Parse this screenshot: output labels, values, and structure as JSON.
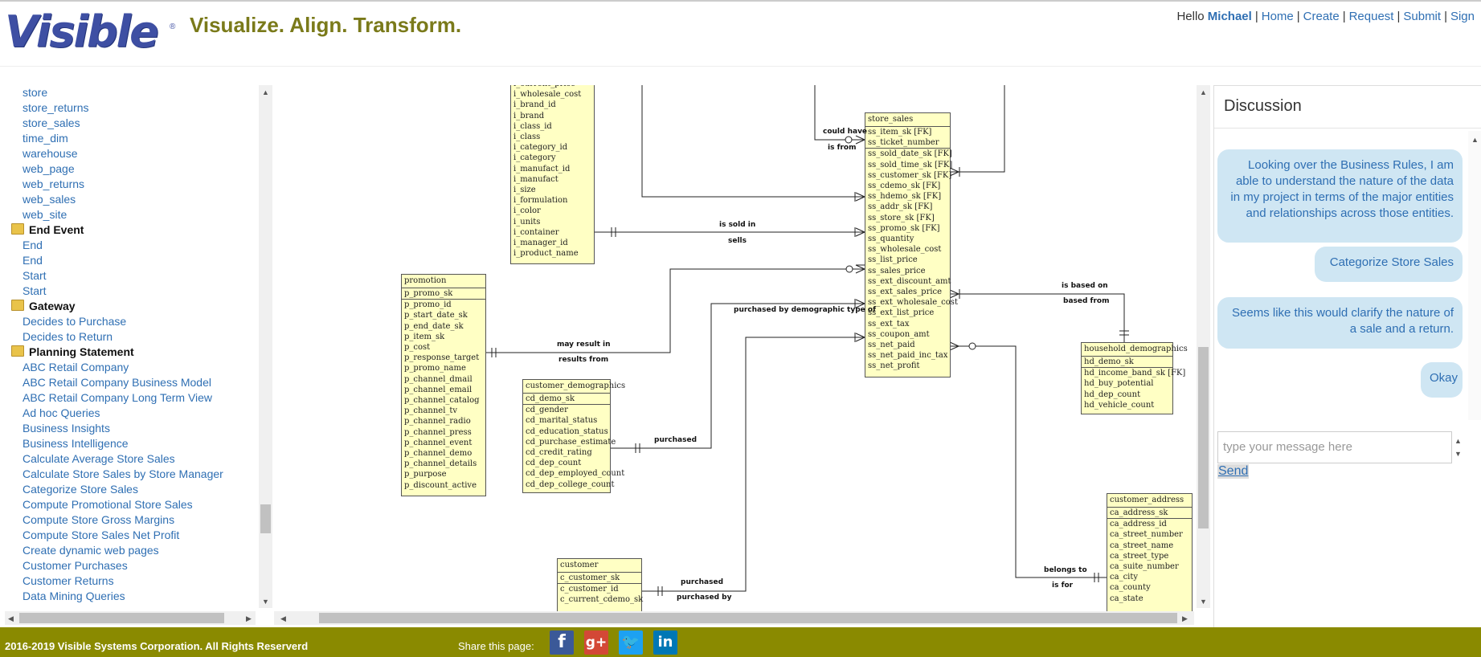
{
  "header": {
    "logo_text": "Visible",
    "registered": "®",
    "tagline": "Visualize. Align. Transform.",
    "greeting": "Hello",
    "username": "Michael",
    "nav": [
      "Home",
      "Create",
      "Request",
      "Submit",
      "Sign"
    ]
  },
  "tree": {
    "items": [
      {
        "label": "store",
        "group": false
      },
      {
        "label": "store_returns",
        "group": false
      },
      {
        "label": "store_sales",
        "group": false
      },
      {
        "label": "time_dim",
        "group": false
      },
      {
        "label": "warehouse",
        "group": false
      },
      {
        "label": "web_page",
        "group": false
      },
      {
        "label": "web_returns",
        "group": false
      },
      {
        "label": "web_sales",
        "group": false
      },
      {
        "label": "web_site",
        "group": false
      },
      {
        "label": "End Event",
        "group": true
      },
      {
        "label": "End",
        "group": false
      },
      {
        "label": "End",
        "group": false
      },
      {
        "label": "Start",
        "group": false
      },
      {
        "label": "Start",
        "group": false
      },
      {
        "label": "Gateway",
        "group": true
      },
      {
        "label": "Decides to Purchase",
        "group": false
      },
      {
        "label": "Decides to Return",
        "group": false
      },
      {
        "label": "Planning Statement",
        "group": true
      },
      {
        "label": "ABC Retail Company",
        "group": false
      },
      {
        "label": "ABC Retail Company Business Model",
        "group": false
      },
      {
        "label": "ABC Retail Company Long Term View",
        "group": false
      },
      {
        "label": "Ad hoc Queries",
        "group": false
      },
      {
        "label": "Business Insights",
        "group": false
      },
      {
        "label": "Business Intelligence",
        "group": false
      },
      {
        "label": "Calculate Average Store Sales",
        "group": false
      },
      {
        "label": "Calculate Store Sales by Store Manager",
        "group": false
      },
      {
        "label": "Categorize Store Sales",
        "group": false
      },
      {
        "label": "Compute Promotional Store Sales",
        "group": false
      },
      {
        "label": "Compute Store Gross Margins",
        "group": false
      },
      {
        "label": "Compute Store Sales Net Profit",
        "group": false
      },
      {
        "label": "Create dynamic web pages",
        "group": false
      },
      {
        "label": "Customer Purchases",
        "group": false
      },
      {
        "label": "Customer Returns",
        "group": false
      },
      {
        "label": "Data Mining Queries",
        "group": false
      }
    ]
  },
  "diagram": {
    "entities": {
      "item": {
        "pk": [],
        "attrs": [
          "i_current_price",
          "i_wholesale_cost",
          "i_brand_id",
          "i_brand",
          "i_class_id",
          "i_class",
          "i_category_id",
          "i_category",
          "i_manufact_id",
          "i_manufact",
          "i_size",
          "i_formulation",
          "i_color",
          "i_units",
          "i_container",
          "i_manager_id",
          "i_product_name"
        ]
      },
      "store_sales": {
        "name": "store_sales",
        "pk": [
          "ss_item_sk [FK]",
          "ss_ticket_number"
        ],
        "attrs": [
          "ss_sold_date_sk [FK]",
          "ss_sold_time_sk [FK]",
          "ss_customer_sk [FK]",
          "ss_cdemo_sk [FK]",
          "ss_hdemo_sk [FK]",
          "ss_addr_sk [FK]",
          "ss_store_sk [FK]",
          "ss_promo_sk [FK]",
          "ss_quantity",
          "ss_wholesale_cost",
          "ss_list_price",
          "ss_sales_price",
          "ss_ext_discount_amt",
          "ss_ext_sales_price",
          "ss_ext_wholesale_cost",
          "ss_ext_list_price",
          "ss_ext_tax",
          "ss_coupon_amt",
          "ss_net_paid",
          "ss_net_paid_inc_tax",
          "ss_net_profit"
        ]
      },
      "promotion": {
        "name": "promotion",
        "pk": [
          "p_promo_sk"
        ],
        "attrs": [
          "p_promo_id",
          "p_start_date_sk",
          "p_end_date_sk",
          "p_item_sk",
          "p_cost",
          "p_response_target",
          "p_promo_name",
          "p_channel_dmail",
          "p_channel_email",
          "p_channel_catalog",
          "p_channel_tv",
          "p_channel_radio",
          "p_channel_press",
          "p_channel_event",
          "p_channel_demo",
          "p_channel_details",
          "p_purpose",
          "p_discount_active"
        ]
      },
      "customer_demographics": {
        "name": "customer_demographics",
        "pk": [
          "cd_demo_sk"
        ],
        "attrs": [
          "cd_gender",
          "cd_marital_status",
          "cd_education_status",
          "cd_purchase_estimate",
          "cd_credit_rating",
          "cd_dep_count",
          "cd_dep_employed_count",
          "cd_dep_college_count"
        ]
      },
      "household_demographics": {
        "name": "household_demographics",
        "pk": [
          "hd_demo_sk"
        ],
        "attrs": [
          "hd_income_band_sk [FK]",
          "hd_buy_potential",
          "hd_dep_count",
          "hd_vehicle_count"
        ]
      },
      "customer_address": {
        "name": "customer_address",
        "pk": [
          "ca_address_sk"
        ],
        "attrs": [
          "ca_address_id",
          "ca_street_number",
          "ca_street_name",
          "ca_street_type",
          "ca_suite_number",
          "ca_city",
          "ca_county",
          "ca_state"
        ]
      },
      "customer": {
        "name": "customer",
        "pk": [
          "c_customer_sk"
        ],
        "attrs": [
          "c_customer_id",
          "c_current_cdemo_sk"
        ]
      }
    },
    "relations": {
      "could_have": "could have",
      "is_from": "is from",
      "is_sold_in": "is sold in",
      "sells": "sells",
      "purchased_by_demo": "purchased by demographic type of",
      "is_based_on": "is based on",
      "based_from": "based from",
      "may_result_in": "may result in",
      "results_from": "results from",
      "purchased_cd": "purchased",
      "belongs_to": "belongs to",
      "is_for": "is for",
      "purchased_c": "purchased",
      "purchased_by": "purchased by"
    }
  },
  "discussion": {
    "title": "Discussion",
    "messages": [
      "Looking over the Business Rules, I am able to understand the nature of the data in my project in terms of the major entities and relationships across those entities.",
      "Categorize Store Sales",
      "Seems like this would clarify the nature of a sale and a return.",
      "Okay"
    ],
    "input_placeholder": "type your message here",
    "send_label": "Send"
  },
  "footer": {
    "copyright": "2016-2019 Visible Systems Corporation. All Rights Reserverd",
    "share_label": "Share this page:",
    "social_icons": [
      "facebook-icon",
      "google-plus-icon",
      "twitter-icon",
      "linkedin-icon"
    ]
  }
}
